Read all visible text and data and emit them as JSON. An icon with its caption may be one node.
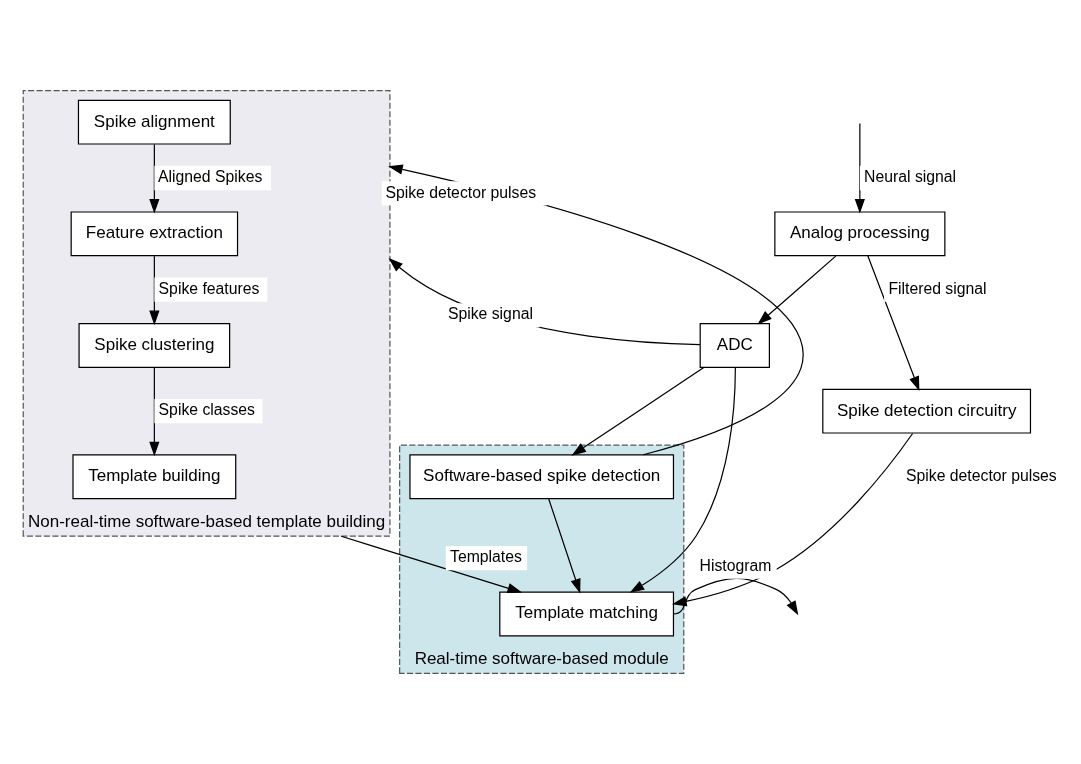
{
  "diagram": {
    "nodes": [
      {
        "text": [
          "Analog processing"
        ]
      },
      {
        "text": [
          "ADC"
        ]
      },
      {
        "text": [
          "Spike detection circuitry"
        ]
      },
      {
        "text": [
          "Real-time software-based module"
        ]
      },
      {
        "text": [
          "Software-based spike detection"
        ],
        "in": 3
      },
      {
        "text": [
          "Template matching"
        ],
        "in": 3
      },
      {
        "text": [
          "Non-real-time software-based template building"
        ]
      },
      {
        "text": [
          "Spike alignment"
        ],
        "in": 6
      },
      {
        "text": [
          "Feature extraction"
        ],
        "in": 6
      },
      {
        "text": [
          "Spike clustering"
        ],
        "in": 6
      },
      {
        "text": [
          "Template building"
        ],
        "in": 6
      }
    ],
    "edges": [
      {
        "from": null,
        "to": 0,
        "arrow": "to",
        "label": "Neural signal"
      },
      {
        "from": 0,
        "to": 2,
        "arrow": "to",
        "label": "Filtered signal"
      },
      {
        "from": 0,
        "to": 1,
        "arrow": "to"
      },
      {
        "from": 2,
        "to": 5,
        "arrow": "to",
        "label": "Spike detector pulses"
      },
      {
        "from": 4,
        "to": 6,
        "arrow": "to",
        "label": "Spike detector pulses"
      },
      {
        "from": 4,
        "to": 5,
        "arrow": "to"
      },
      {
        "from": 1,
        "to": 5,
        "arrow": "to"
      },
      {
        "from": 1,
        "to": 4,
        "arrow": "to"
      },
      {
        "from": 1,
        "to": 6,
        "arrow": "to",
        "label": "Spike signal"
      },
      {
        "from": 7,
        "to": 8,
        "arrow": "to",
        "label": "Aligned Spikes"
      },
      {
        "from": 8,
        "to": 9,
        "arrow": "to",
        "label": "Spike features"
      },
      {
        "from": 9,
        "to": 10,
        "arrow": "to",
        "label": "Spike classes"
      },
      {
        "from": 6,
        "to": 5,
        "arrow": "to",
        "label": "Templates"
      },
      {
        "from": 5,
        "to": null,
        "arrow": "to",
        "label": "Histogram"
      }
    ]
  }
}
